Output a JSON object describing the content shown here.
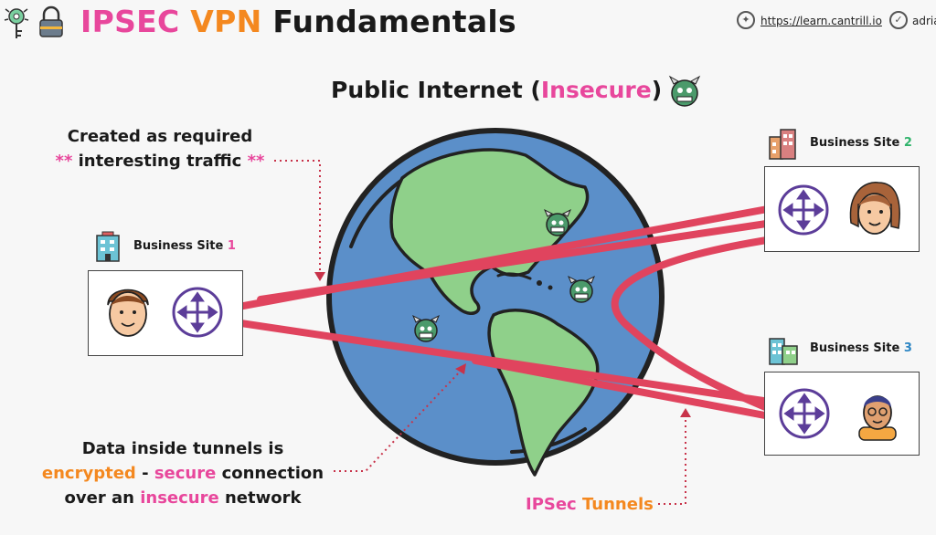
{
  "header": {
    "title_part1": "IPSEC",
    "title_part2": "VPN",
    "title_part3": "Fundamentals",
    "website": "https://learn.cantrill.io",
    "twitter_handle": "adria"
  },
  "heading": {
    "prefix": "Public Internet (",
    "highlight": "Insecure",
    "suffix": ")"
  },
  "note_top": {
    "line1": "Created as required",
    "line2_stars_left": "**",
    "line2_text": " interesting traffic ",
    "line2_stars_right": "**"
  },
  "note_bottom": {
    "line1": "Data inside tunnels is",
    "line2_encrypted": "encrypted",
    "line2_dash": " - ",
    "line2_secure": "secure",
    "line2_rest": " connection",
    "line3_start": "over an ",
    "line3_insecure": "insecure",
    "line3_end": " network"
  },
  "sites": [
    {
      "label": "Business Site ",
      "number": "1"
    },
    {
      "label": "Business Site ",
      "number": "2"
    },
    {
      "label": "Business Site ",
      "number": "3"
    }
  ],
  "tunnels": {
    "label_part1": "IPSec",
    "label_part2": " Tunnels"
  },
  "colors": {
    "pink": "#e8479c",
    "orange": "#f4881f",
    "tunnel": "#e0445e",
    "ocean": "#5b8fc9",
    "land": "#8fd08a",
    "router": "#5c3d99"
  }
}
